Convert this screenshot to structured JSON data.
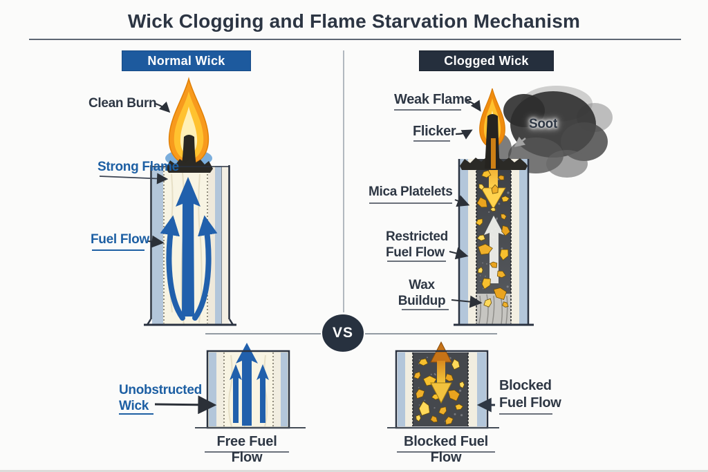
{
  "title": "Wick Clogging and Flame Starvation Mechanism",
  "vs_badge": "VS",
  "left_panel": {
    "header": "Normal Wick",
    "labels": {
      "clean_burn": "Clean Burn",
      "strong_flame": "Strong Flame",
      "fuel_flow": "Fuel Flow"
    }
  },
  "right_panel": {
    "header": "Clogged Wick",
    "labels": {
      "weak_flame": "Weak Flame",
      "flicker": "Flicker",
      "soot": "Soot",
      "mica_platelets": "Mica Platelets",
      "restricted_fuel_flow_line1": "Restricted",
      "restricted_fuel_flow_line2": "Fuel Flow",
      "wax_buildup_line1": "Wax",
      "wax_buildup_line2": "Buildup"
    }
  },
  "bottom_left_panel": {
    "label_line1": "Unobstructed",
    "label_line2": "Wick",
    "caption": "Free Fuel Flow"
  },
  "bottom_right_panel": {
    "label_line1": "Blocked",
    "label_line2": "Fuel Flow",
    "caption": "Blocked Fuel Flow"
  },
  "colors": {
    "header_blue": "#1d5a9e",
    "header_navy": "#252f3d",
    "label_dark": "#2e3744",
    "label_blue": "#1d5fa3",
    "flame_orange": "#f79a1d",
    "flame_yellow": "#ffc22f",
    "mica_yellow": "#f7c02e",
    "arrow_blue": "#2160ac",
    "soot_gray": "#3a3a3a"
  }
}
